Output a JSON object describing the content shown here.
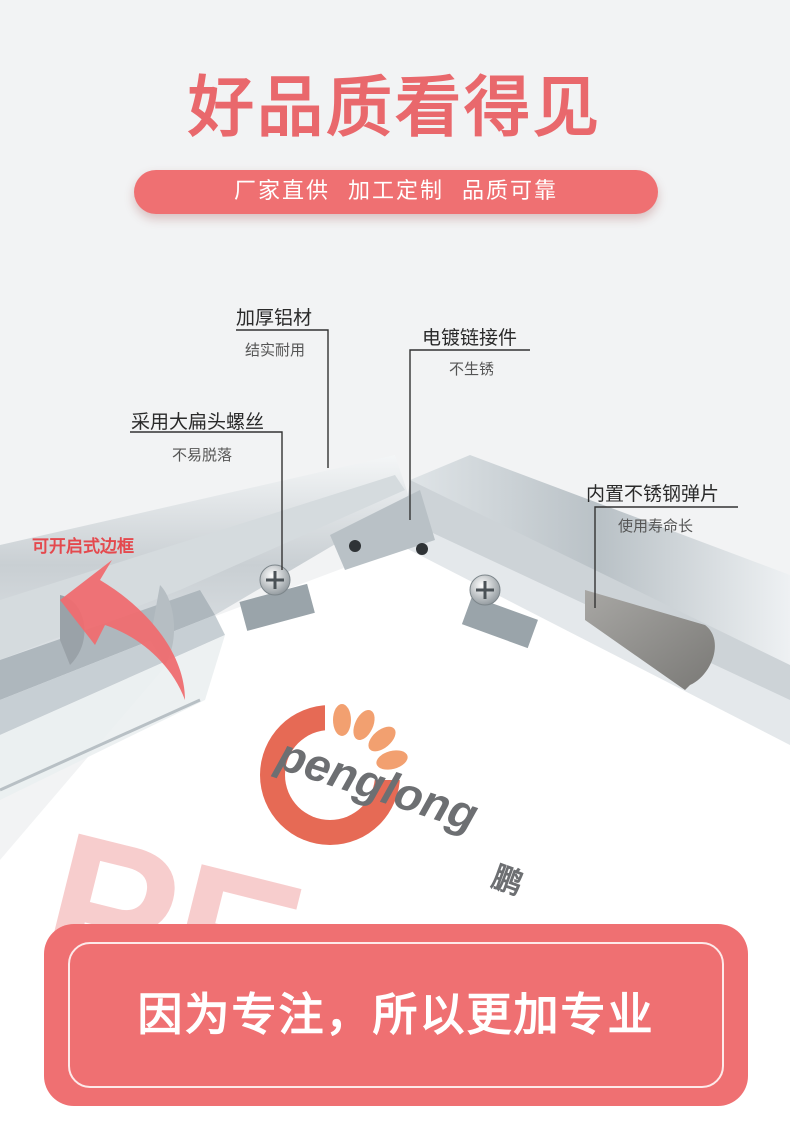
{
  "header": {
    "headline": "好品质看得见",
    "subtitle": "厂家直供  加工定制  品质可靠"
  },
  "callouts": {
    "thick_aluminum": {
      "title": "加厚铝材",
      "sub": "结实耐用"
    },
    "plated_connector": {
      "title": "电镀链接件",
      "sub": "不生锈"
    },
    "flat_screw": {
      "title": "采用大扁头螺丝",
      "sub": "不易脱落"
    },
    "steel_spring": {
      "title": "内置不锈钢弹片",
      "sub": "使用寿命长"
    },
    "open_frame": "可开启式边框"
  },
  "poster": {
    "logo_text": "penglong",
    "logo_cn": "鹏",
    "big_text": "PE"
  },
  "banner": {
    "text": "因为专注，所以更加专业"
  },
  "colors": {
    "accent": "#ef7072",
    "headline": "#e9686c",
    "open_label": "#e4494e"
  }
}
